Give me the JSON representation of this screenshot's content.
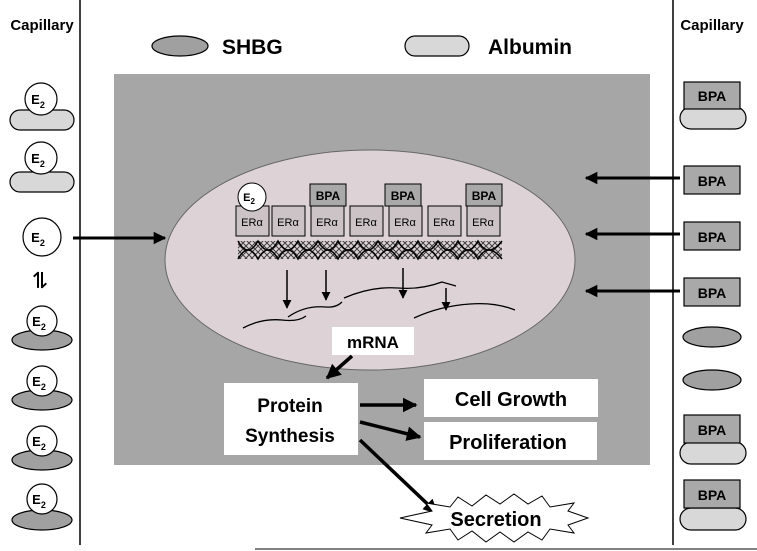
{
  "colors": {
    "cell": "#a6a6a6",
    "nucleus": "#ddd3d6",
    "shbg": "#a0a0a0",
    "albumin": "#d8d8d8",
    "bpa_box": "#a9a9a9",
    "line": "#000000"
  },
  "capillary_labels": {
    "left": "Capillary",
    "right": "Capillary"
  },
  "legend": {
    "shbg": "SHBG",
    "albumin": "Albumin"
  },
  "ligands": {
    "e2": "E",
    "e2_sub": "2",
    "bpa": "BPA"
  },
  "receptor": {
    "er_prefix": "ER",
    "er_greek": "α"
  },
  "equilibrium_symbol": "⇌",
  "process": {
    "mrna": "mRNA",
    "protein_synthesis_line1": "Protein",
    "protein_synthesis_line2": "Synthesis",
    "cell_growth": "Cell Growth",
    "proliferation": "Proliferation",
    "secretion": "Secretion"
  }
}
